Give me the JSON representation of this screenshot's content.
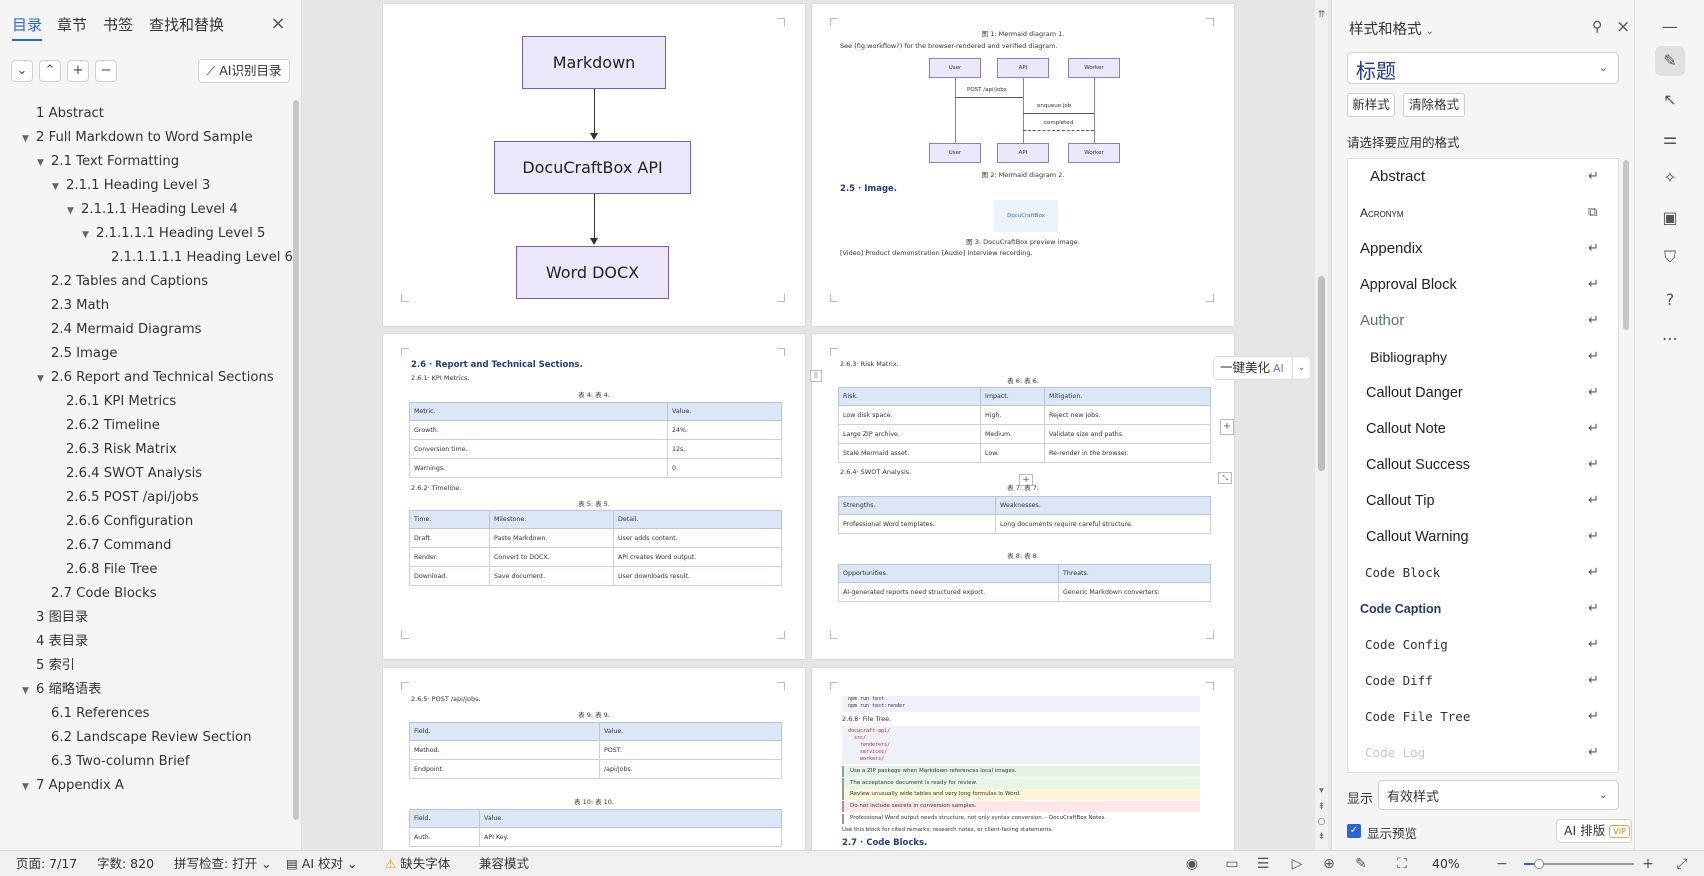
{
  "nav": {
    "tabs": [
      "目录",
      "章节",
      "书签",
      "查找和替换"
    ],
    "ai_toc_label": "AI识别目录",
    "toc": [
      {
        "label": "1 Abstract",
        "level": 1,
        "expanded": null
      },
      {
        "label": "2 Full Markdown to Word Sample",
        "level": 1,
        "expanded": true
      },
      {
        "label": "2.1 Text Formatting",
        "level": 2,
        "expanded": true
      },
      {
        "label": "2.1.1 Heading Level 3",
        "level": 3,
        "expanded": true
      },
      {
        "label": "2.1.1.1 Heading Level 4",
        "level": 4,
        "expanded": true
      },
      {
        "label": "2.1.1.1.1 Heading Level 5",
        "level": 5,
        "expanded": true
      },
      {
        "label": "2.1.1.1.1.1 Heading Level 6",
        "level": 6,
        "expanded": null
      },
      {
        "label": "2.2 Tables and Captions",
        "level": 2,
        "expanded": null
      },
      {
        "label": "2.3 Math",
        "level": 2,
        "expanded": null
      },
      {
        "label": "2.4 Mermaid Diagrams",
        "level": 2,
        "expanded": null
      },
      {
        "label": "2.5 Image",
        "level": 2,
        "expanded": null
      },
      {
        "label": "2.6 Report and Technical Sections",
        "level": 2,
        "expanded": true
      },
      {
        "label": "2.6.1 KPI Metrics",
        "level": 3,
        "expanded": null
      },
      {
        "label": "2.6.2 Timeline",
        "level": 3,
        "expanded": null
      },
      {
        "label": "2.6.3 Risk Matrix",
        "level": 3,
        "expanded": null
      },
      {
        "label": "2.6.4 SWOT Analysis",
        "level": 3,
        "expanded": null
      },
      {
        "label": "2.6.5 POST /api/jobs",
        "level": 3,
        "expanded": null
      },
      {
        "label": "2.6.6 Configuration",
        "level": 3,
        "expanded": null
      },
      {
        "label": "2.6.7 Command",
        "level": 3,
        "expanded": null
      },
      {
        "label": "2.6.8 File Tree",
        "level": 3,
        "expanded": null
      },
      {
        "label": "2.7 Code Blocks",
        "level": 2,
        "expanded": null
      },
      {
        "label": "3 图目录",
        "level": 1,
        "expanded": null
      },
      {
        "label": "4 表目录",
        "level": 1,
        "expanded": null
      },
      {
        "label": "5 索引",
        "level": 1,
        "expanded": null
      },
      {
        "label": "6 缩略语表",
        "level": 1,
        "expanded": true
      },
      {
        "label": "6.1 References",
        "level": 2,
        "expanded": null
      },
      {
        "label": "6.2 Landscape Review Section",
        "level": 2,
        "expanded": null
      },
      {
        "label": "6.3 Two-column Brief",
        "level": 2,
        "expanded": null
      },
      {
        "label": "7 Appendix A",
        "level": 1,
        "expanded": true
      }
    ]
  },
  "doc": {
    "p1": {
      "boxes": [
        "Markdown",
        "DocuCraftBox API",
        "Word DOCX"
      ]
    },
    "p2": {
      "cap1": "图 1: Mermaid diagram 1.",
      "see_text": "See (fig:workflow?) for the browser-rendered and verified diagram.",
      "actors": [
        "User",
        "API",
        "Worker"
      ],
      "msgs": [
        "POST /api/jobs",
        "enqueue job",
        "completed"
      ],
      "cap2": "图 2: Mermaid diagram 2.",
      "h_image": "2.5 · Image.",
      "img_label": "DocuCraftBox",
      "cap3": "图 3: DocuCraftBox preview image.",
      "media_text": "[Video] Product demonstration [Audio] Interview recording."
    },
    "p3": {
      "h26": "2.6 · Report and Technical Sections.",
      "h261": "2.6.1· KPI Metrics.",
      "t4_cap": "表 4: 表 4.",
      "t4_head": [
        "Metric.",
        "Value."
      ],
      "t4_rows": [
        [
          "Growth.",
          "24%."
        ],
        [
          "Conversion time.",
          "12s."
        ],
        [
          "Warnings.",
          "0."
        ]
      ],
      "h262": "2.6.2· Timeline.",
      "t5_cap": "表 5: 表 5.",
      "t5_head": [
        "Time.",
        "Milestone.",
        "Detail."
      ],
      "t5_rows": [
        [
          "Draft.",
          "Paste Markdown.",
          "User adds content."
        ],
        [
          "Render.",
          "Convert to DOCX.",
          "API creates Word output."
        ],
        [
          "Download.",
          "Save document.",
          "User downloads result."
        ]
      ]
    },
    "p4": {
      "h263": "2.6.3· Risk Matrix.",
      "t6_cap": "表 6: 表 6.",
      "t6_head": [
        "Risk.",
        "Impact.",
        "Mitigation."
      ],
      "t6_rows": [
        [
          "Low disk space.",
          "High.",
          "Reject new jobs."
        ],
        [
          "Large ZIP archive.",
          "Medium.",
          "Validate size and paths."
        ],
        [
          "Stale Mermaid asset.",
          "Low.",
          "Re-render in the browser."
        ]
      ],
      "h264": "2.6.4· SWOT Analysis.",
      "t7_cap": "表 7: 表 7.",
      "t7_head": [
        "Strengths.",
        "Weaknesses."
      ],
      "t7_rows": [
        [
          "Professional Word templates.",
          "Long documents require careful structure."
        ]
      ],
      "t8_cap": "表 8: 表 8.",
      "t8_head": [
        "Opportunities.",
        "Threats."
      ],
      "t8_rows": [
        [
          "AI-generated reports need structured export.",
          "Generic Markdown converters."
        ]
      ]
    },
    "p5": {
      "h265": "2.6.5· POST /api/jobs.",
      "t9_cap": "表 9: 表 9.",
      "t9_head": [
        "Field.",
        "Value."
      ],
      "t9_rows": [
        [
          "Method.",
          "POST."
        ],
        [
          "Endpoint.",
          "/api/jobs."
        ]
      ],
      "t10_cap": "表 10: 表 10.",
      "t10_head": [
        "Field.",
        "Value."
      ],
      "t10_rows": [
        [
          "Auth.",
          "API Key."
        ]
      ]
    },
    "p6": {
      "cmd1": "npm run test",
      "cmd2": "npm run test:render",
      "h268": "2.6.8· File Tree.",
      "tree": [
        "docucraft-api/",
        "  src/",
        "    renderers/",
        "    services/",
        "    workers/"
      ],
      "callouts": [
        {
          "text": "Use a ZIP package when Markdown references local images.",
          "color": "#e6f4e6"
        },
        {
          "text": "The acceptance document is ready for review.",
          "color": "#e8f5e9"
        },
        {
          "text": "Review unusually wide tables and very long formulas in Word.",
          "color": "#fdf6d8"
        },
        {
          "text": "Do not include secrets in conversion samples.",
          "color": "#fde8e8"
        }
      ],
      "quote": "Professional Word output needs structure, not only syntax conversion. - DocuCraftBox Notes.",
      "remark": "Use this block for cited remarks, research notes, or client-facing statements.",
      "h27": "2.7 · Code Blocks."
    }
  },
  "float": {
    "beautify": "一键美化",
    "ai": "AI"
  },
  "panel": {
    "title": "样式和格式",
    "current_style": "标题",
    "new_style": "新样式",
    "clear_format": "清除格式",
    "choose_label": "请选择要应用的格式",
    "styles": [
      {
        "name": "Abstract",
        "font": "sans",
        "size": 15,
        "color": "#222",
        "indent": 22,
        "weight": "normal",
        "variant": "normal",
        "ret": "↵"
      },
      {
        "name": "Acronym",
        "font": "sans",
        "size": 12,
        "color": "#222",
        "indent": 12,
        "weight": "normal",
        "variant": "small-caps",
        "ret": "⧉"
      },
      {
        "name": "Appendix",
        "font": "sans",
        "size": 15,
        "color": "#222",
        "indent": 12,
        "weight": "normal",
        "variant": "normal",
        "ret": "↵"
      },
      {
        "name": "Approval Block",
        "font": "sans",
        "size": 14.5,
        "color": "#222",
        "indent": 12,
        "weight": "normal",
        "variant": "normal",
        "ret": "↵"
      },
      {
        "name": "Author",
        "font": "sans",
        "size": 15,
        "color": "#5b6f8c",
        "indent": 12,
        "weight": "normal",
        "variant": "normal",
        "ret": "↵"
      },
      {
        "name": "Bibliography",
        "font": "sans",
        "size": 14,
        "color": "#222",
        "indent": 22,
        "weight": "normal",
        "variant": "normal",
        "ret": "↵"
      },
      {
        "name": "Callout Danger",
        "font": "sans",
        "size": 14.5,
        "color": "#222",
        "indent": 18,
        "weight": "normal",
        "variant": "normal",
        "ret": "↵"
      },
      {
        "name": "Callout Note",
        "font": "sans",
        "size": 14.5,
        "color": "#222",
        "indent": 18,
        "weight": "normal",
        "variant": "normal",
        "ret": "↵"
      },
      {
        "name": "Callout Success",
        "font": "sans",
        "size": 14.5,
        "color": "#222",
        "indent": 18,
        "weight": "normal",
        "variant": "normal",
        "ret": "↵"
      },
      {
        "name": "Callout Tip",
        "font": "sans",
        "size": 14.5,
        "color": "#222",
        "indent": 18,
        "weight": "normal",
        "variant": "normal",
        "ret": "↵"
      },
      {
        "name": "Callout Warning",
        "font": "sans",
        "size": 14.5,
        "color": "#222",
        "indent": 18,
        "weight": "normal",
        "variant": "normal",
        "ret": "↵"
      },
      {
        "name": "Code Block",
        "font": "mono",
        "size": 12.5,
        "color": "#333",
        "indent": 17,
        "weight": "normal",
        "variant": "normal",
        "ret": "↵"
      },
      {
        "name": "Code Caption",
        "font": "sans",
        "size": 12.5,
        "color": "#1f3b6c",
        "indent": 12,
        "weight": "bold",
        "variant": "normal",
        "ret": "↵"
      },
      {
        "name": "Code Config",
        "font": "mono",
        "size": 12.5,
        "color": "#333",
        "indent": 17,
        "weight": "normal",
        "variant": "normal",
        "ret": "↵"
      },
      {
        "name": "Code Diff",
        "font": "mono",
        "size": 12.5,
        "color": "#333",
        "indent": 17,
        "weight": "normal",
        "variant": "normal",
        "ret": "↵"
      },
      {
        "name": "Code File Tree",
        "font": "mono",
        "size": 12.5,
        "color": "#333",
        "indent": 17,
        "weight": "normal",
        "variant": "normal",
        "ret": "↵"
      },
      {
        "name": "Code Log",
        "font": "mono",
        "size": 12.5,
        "color": "#c8c8c8",
        "indent": 17,
        "weight": "normal",
        "variant": "normal",
        "ret": "↵"
      }
    ],
    "display_label": "显示",
    "display_value": "有效样式",
    "preview_label": "显示预览",
    "ai_layout": "AI 排版",
    "vip": "VIP"
  },
  "status": {
    "page": "页面: 7/17",
    "words": "字数: 820",
    "spell": "拼写检查: 打开",
    "ai_proof": "AI 校对",
    "missing_font": "缺失字体",
    "compat": "兼容模式",
    "zoom": "40%",
    "zoom_level": 0.14
  }
}
